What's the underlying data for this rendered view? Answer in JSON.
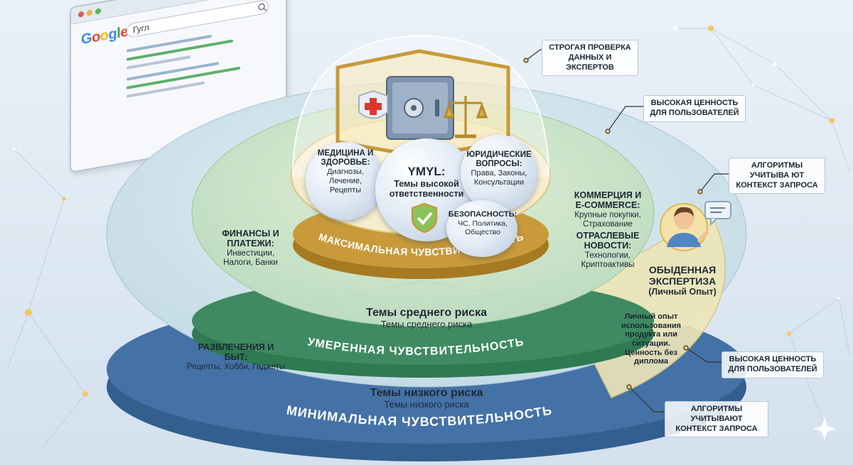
{
  "browser": {
    "logo": "Google",
    "search_query": "Гугл"
  },
  "tiers": {
    "max": {
      "band_label": "МАКСИМАЛЬНАЯ ЧУВСТВИТЕЛЬНОСТЬ"
    },
    "moderate": {
      "band_label": "УМЕРЕННАЯ ЧУВСТВИТЕЛЬНОСТЬ",
      "title": "Темы среднего риска",
      "subtitle": "Темы среднего риска"
    },
    "min": {
      "band_label": "МИНИМАЛЬНАЯ ЧУВСТВИТЕЛЬНОСТЬ",
      "title": "Темы низкого риска",
      "subtitle": "Темы низкого риска"
    }
  },
  "center": {
    "title": "YMYL:",
    "subtitle": "Темы высокой ответственности"
  },
  "spheres": {
    "medicine": {
      "title": "МЕДИЦИНА И ЗДОРОВЬЕ:",
      "body": "Диагнозы, Лечение, Рецепты"
    },
    "legal": {
      "title": "ЮРИДИЧЕСКИЕ ВОПРОСЫ:",
      "body": "Права, Законы, Консультации"
    },
    "safety": {
      "title": "БЕЗОПАСНОСТЬ:",
      "body": "ЧС, Политика, Общество"
    }
  },
  "categories": {
    "finance": {
      "title": "ФИНАНСЫ И ПЛАТЕЖИ:",
      "body": "Инвестиции, Налоги, Банки"
    },
    "commerce": {
      "title": "КОММЕРЦИЯ И E-COMMERCE:",
      "body": "Крупные покупки, Страхование"
    },
    "news": {
      "title": "ОТРАСЛЕВЫЕ НОВОСТИ:",
      "body": "Технологии, Криптоактивы"
    },
    "entertainment": {
      "title": "РАЗВЛЕЧЕНИЯ И БЫТ:",
      "body": "Рецепты, Хобби, Гаджеты"
    }
  },
  "expertise": {
    "title": "ОБЫДЕННАЯ ЭКСПЕРТИЗА",
    "subtitle": "(Личный Опыт)",
    "body": "Личный опыт использования продукта или ситуации. Ценность без диплома"
  },
  "callouts": {
    "strict": "СТРОГАЯ ПРОВЕРКА ДАННЫХ И ЭКСПЕРТОВ",
    "value_top": "ВЫСОКАЯ ЦЕННОСТЬ ДЛЯ ПОЛЬЗОВАТЕЛЕЙ",
    "algo_top": "АЛГОРИТМЫ УЧИТЫВА ЮТ КОНТЕКСТ ЗАПРОСА",
    "value_bottom": "ВЫСОКАЯ ЦЕННОСТЬ ДЛЯ ПОЛЬЗОВАТЕЛЕЙ",
    "algo_bottom": "АЛГОРИТМЫ УЧИТЫВАЮТ КОНТЕКСТ ЗАПРОСА"
  },
  "colors": {
    "outer_band": "#3f6fa3",
    "middle_band": "#3f8a62",
    "gold_band": "#c89a3a",
    "outer_top": "#cfe3ec",
    "middle_top": "#cfe6cf",
    "highlight_wedge": "#efe6b8"
  }
}
